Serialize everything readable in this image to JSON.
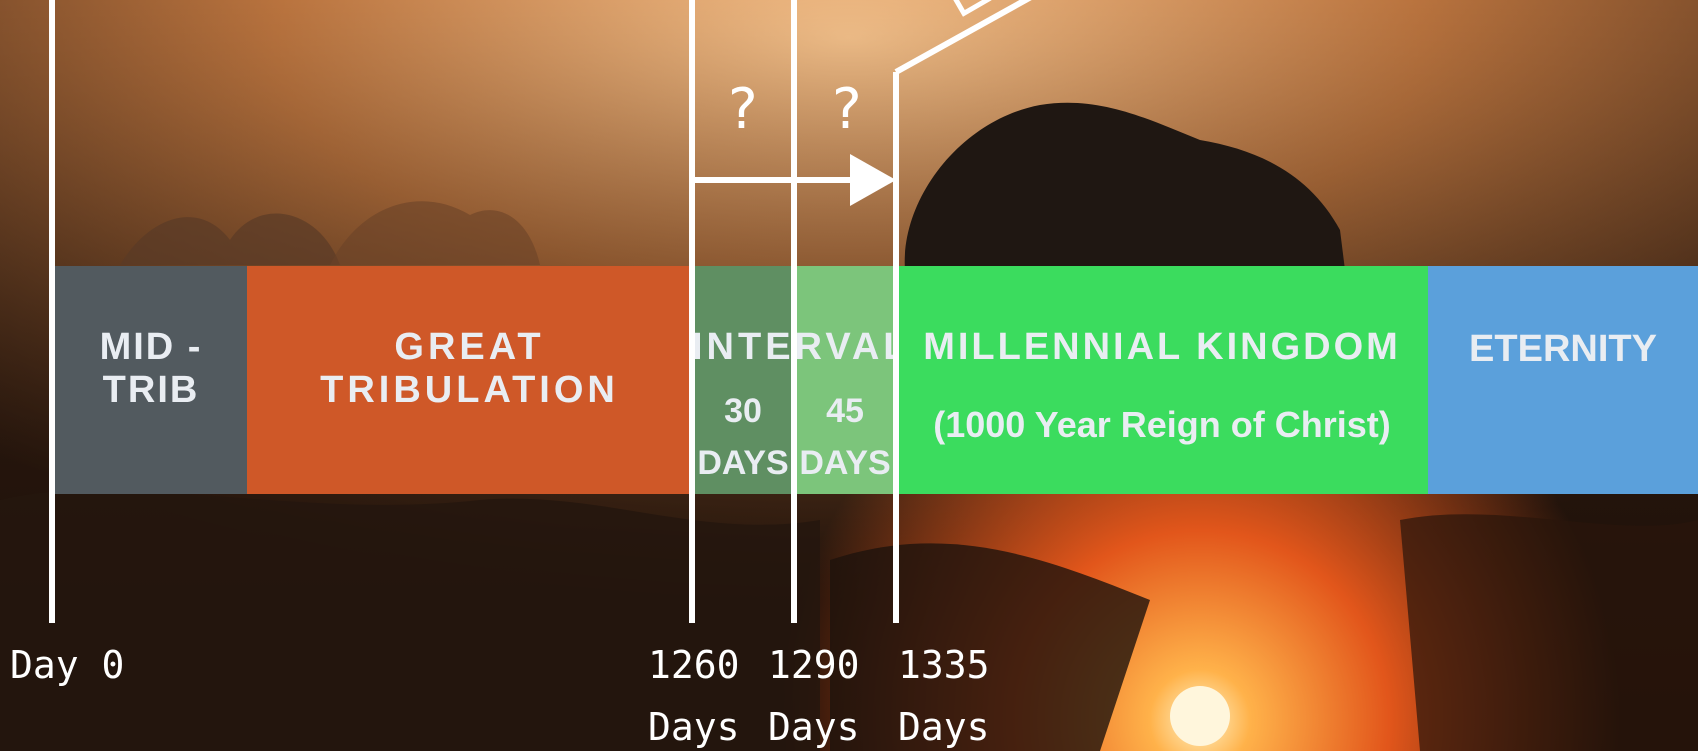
{
  "bands": {
    "midtrib": {
      "label": "MID - TRIB",
      "color": "#525a5f"
    },
    "great_trib": {
      "label": "GREAT TRIBULATION",
      "color": "#cf5828"
    },
    "interval": {
      "label": "INTERVAL",
      "color_a": "#5f8f62",
      "color_b": "#7cc57b",
      "sub_a_number": "30",
      "sub_a_unit": "DAYS",
      "sub_b_number": "45",
      "sub_b_unit": "DAYS"
    },
    "millennial": {
      "label": "MILLENNIAL KINGDOM",
      "sublabel": "(1000 Year Reign of Christ)",
      "color": "#3bdc5e"
    },
    "eternity": {
      "label": "ETERNITY",
      "color": "#5ba0db"
    }
  },
  "markers": {
    "day0": "Day 0",
    "m1260_num": "1260",
    "m1260_unit": "Days",
    "m1290_num": "1290",
    "m1290_unit": "Days",
    "m1335_num": "1335",
    "m1335_unit": "Days"
  },
  "question_marks": {
    "left": "?",
    "right": "?"
  },
  "colors": {
    "line": "#ffffff",
    "band_text": "#e9edf2"
  }
}
